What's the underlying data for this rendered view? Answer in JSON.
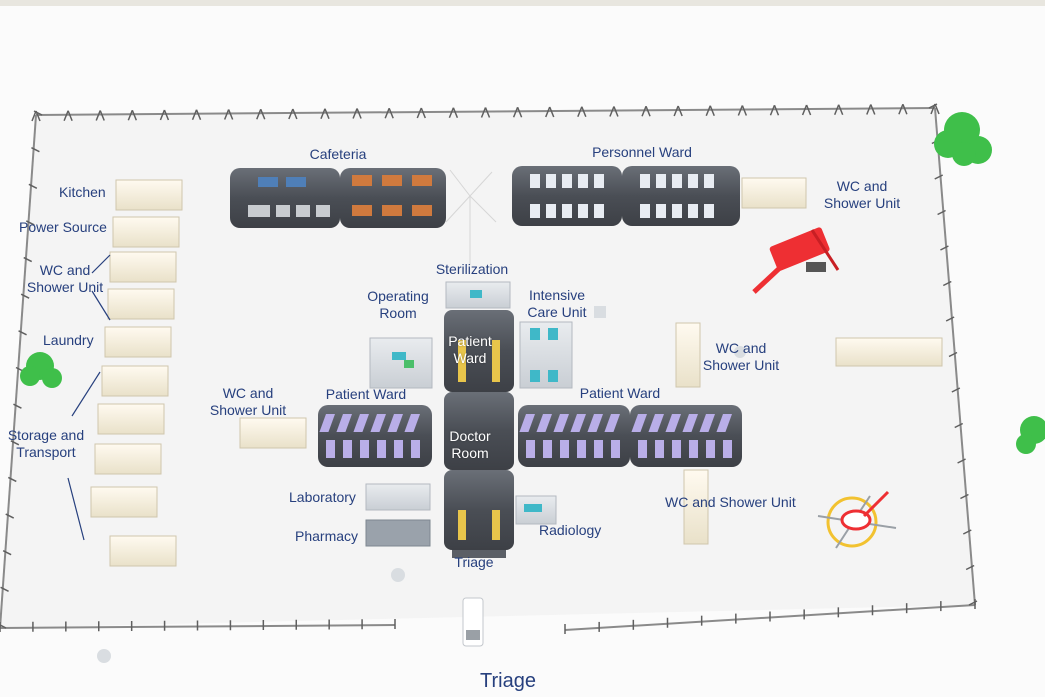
{
  "labels": {
    "cafeteria": "Cafeteria",
    "personnel_ward": "Personnel Ward",
    "kitchen": "Kitchen",
    "power_source": "Power Source",
    "wc_left": [
      "WC and",
      "Shower Unit"
    ],
    "laundry": "Laundry",
    "storage": [
      "Storage and",
      "Transport"
    ],
    "wc_top_right": [
      "WC and",
      "Shower Unit"
    ],
    "sterilization": "Sterilization",
    "operating_room": [
      "Operating",
      "Room"
    ],
    "intensive_care": [
      "Intensive",
      "Care Unit"
    ],
    "patient_ward_center": [
      "Patient",
      "Ward"
    ],
    "wc_mid_right": [
      "WC and",
      "Shower Unit"
    ],
    "wc_ward_left": [
      "WC and",
      "Shower Unit"
    ],
    "patient_ward_left": "Patient Ward",
    "patient_ward_right": "Patient Ward",
    "doctor_room": [
      "Doctor",
      "Room"
    ],
    "laboratory": "Laboratory",
    "pharmacy": "Pharmacy",
    "radiology": "Radiology",
    "wc_bottom_right": "WC and Shower Unit",
    "triage_small": "Triage",
    "triage_entrance": "Triage"
  },
  "colors": {
    "label": "#27407e",
    "tent": "#4b4f56",
    "container": "#f8f3e4",
    "tree": "#3fbf4a",
    "crane": "#ee2f33",
    "helipad": "#f2c230",
    "bed": "#b9aee8"
  },
  "icons": [
    "tree-icon",
    "crane-icon",
    "helicopter-icon",
    "ambulance-icon"
  ]
}
